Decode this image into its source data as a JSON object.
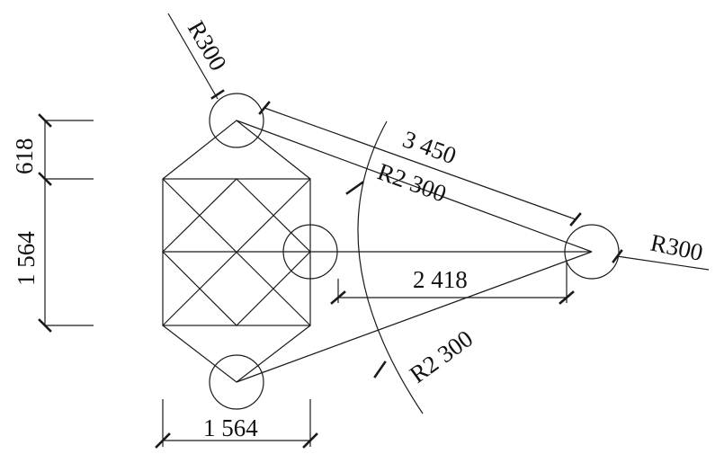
{
  "labels": {
    "radius_top_left": "R300",
    "radius_right": "R300",
    "upper_spacing": "3 450",
    "upper_arc_radius": "R2 300",
    "horizontal_spacing": "2 418",
    "lower_arc_radius": "R2 300",
    "top_dimension": "618",
    "left_dimension": "1 564",
    "bottom_dimension": "1 564"
  }
}
